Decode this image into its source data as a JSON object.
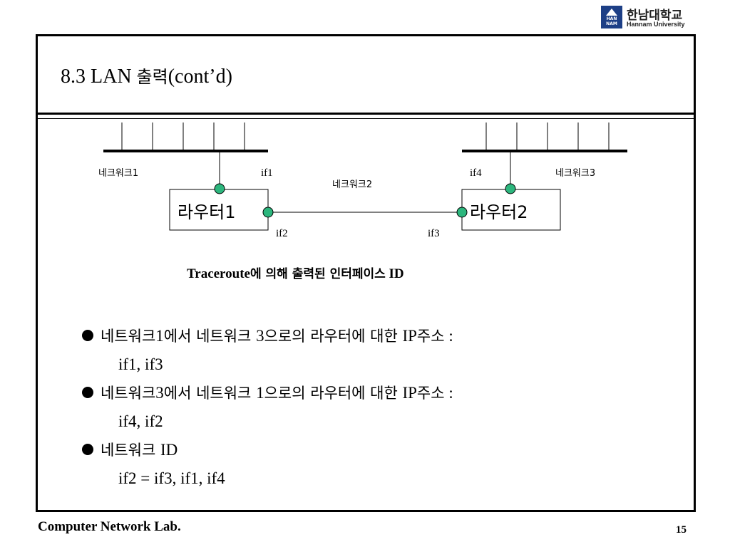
{
  "logo": {
    "mark_top": "HAN",
    "mark_bottom": "NAM",
    "korean": "한남대학교",
    "english": "Hannam University"
  },
  "title": {
    "prefix": "8.3 LAN ",
    "korean": "출력",
    "suffix": "(cont’d)"
  },
  "diagram": {
    "network1": "네크워크1",
    "network2": "네크워크2",
    "network3": "네크워크3",
    "router1": "라우터1",
    "router2": "라우터2",
    "if1": "if1",
    "if2": "if2",
    "if3": "if3",
    "if4": "if4",
    "colors": {
      "interface": "#2cb67d"
    }
  },
  "caption": {
    "latin": "Traceroute",
    "korean": "에 의해 출력된 인터페이스",
    "suffix": " ID"
  },
  "bullets": [
    {
      "a": "네트워크",
      "b": "1",
      "c": "에서 네트워크 ",
      "d": "3",
      "e": "으로의 라우터에 대한 ",
      "f": "IP",
      "g": "주소",
      "h": " :",
      "sub": "if1, if3"
    },
    {
      "a": "네트워크",
      "b": "3",
      "c": "에서 네트워크 ",
      "d": "1",
      "e": "으로의 라우터에 대한 ",
      "f": "IP",
      "g": "주소",
      "h": " :",
      "sub": "if4, if2"
    },
    {
      "a": "네트워크 ",
      "b": "ID",
      "sub": "if2 = if3, if1, if4"
    }
  ],
  "footer": {
    "left": "Computer Network Lab.",
    "page": "15"
  }
}
